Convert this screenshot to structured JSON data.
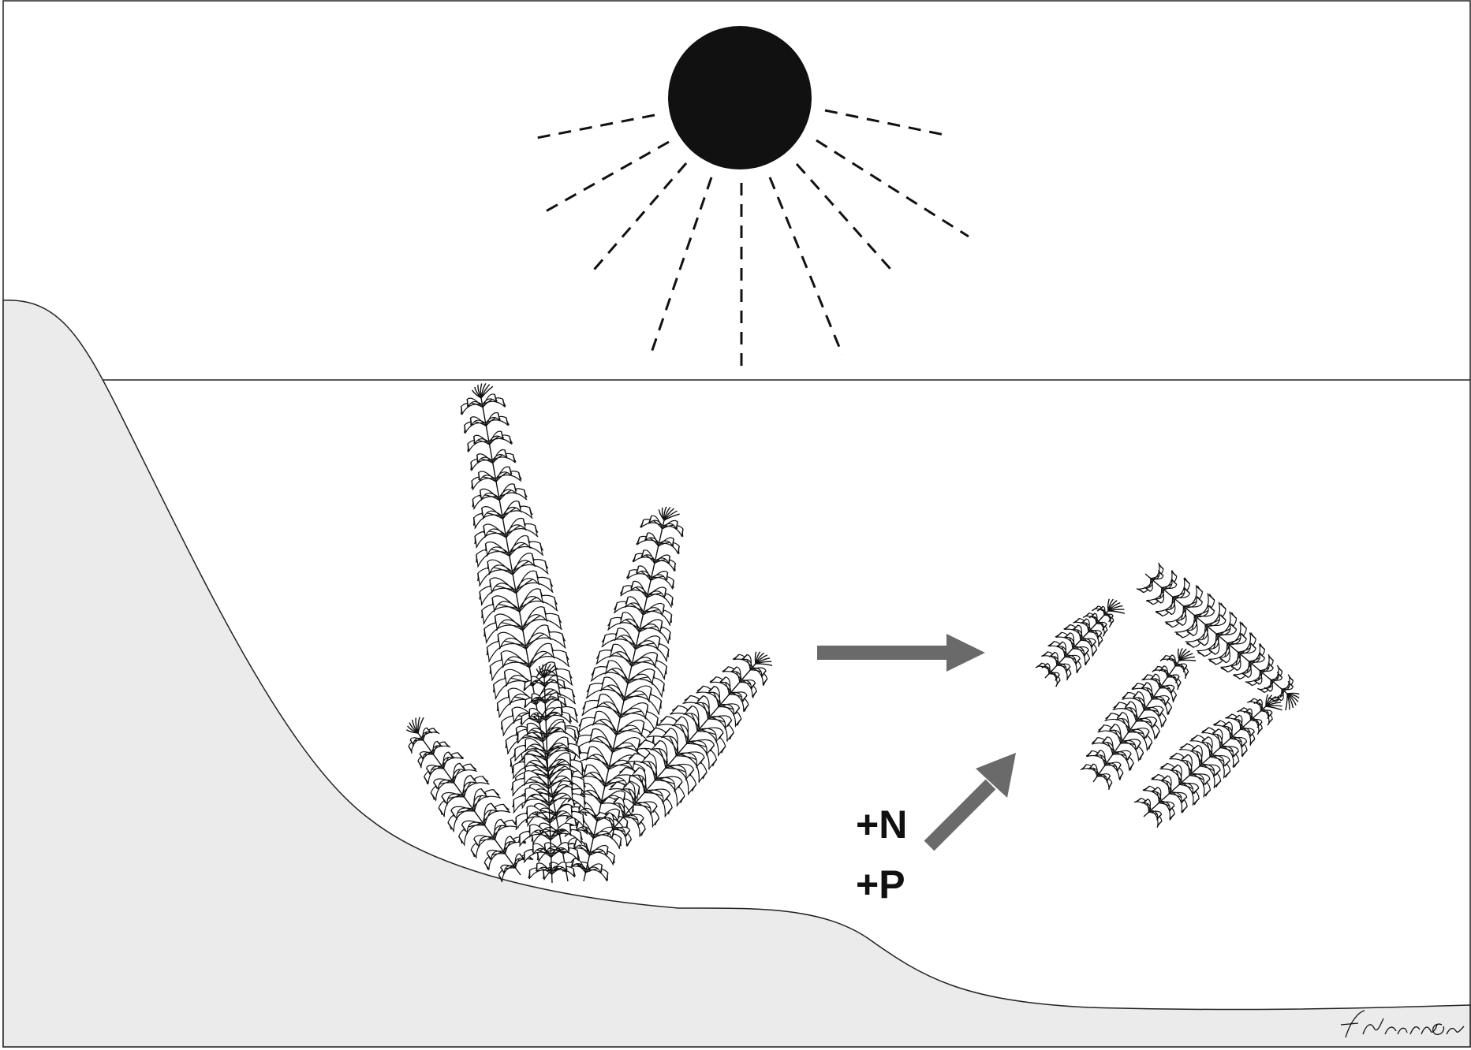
{
  "diagram": {
    "labels": {
      "nitrogen": "+N",
      "phosphorus": "+P"
    },
    "signature": "Eduardo Grau",
    "colors": {
      "sun": "#111111",
      "sediment": "#ebebeb",
      "arrow": "#6a6a6a",
      "outline": "#111111",
      "background": "#ffffff"
    },
    "icons": {
      "sun": "sun-icon",
      "healthy_plant": "submerged-plant-icon",
      "fragmented_plant": "plant-fragments-icon",
      "transition_arrow": "right-arrow-icon",
      "nutrient_arrow": "diagonal-arrow-icon"
    }
  }
}
